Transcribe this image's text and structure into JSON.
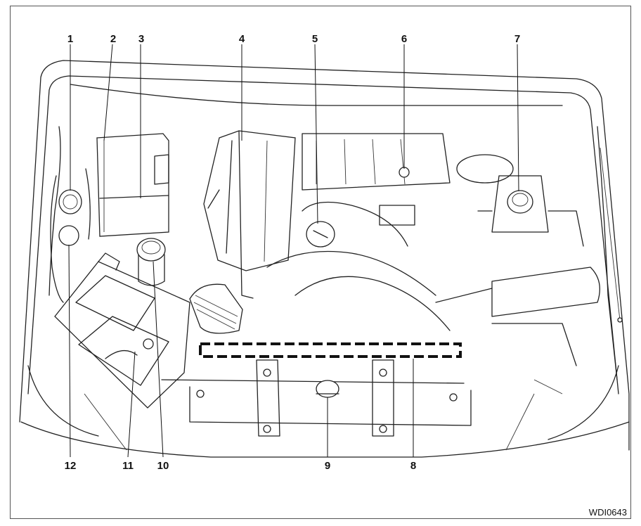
{
  "diagram": {
    "callouts": [
      {
        "id": "1",
        "label": "1"
      },
      {
        "id": "2",
        "label": "2"
      },
      {
        "id": "3",
        "label": "3"
      },
      {
        "id": "4",
        "label": "4"
      },
      {
        "id": "5",
        "label": "5"
      },
      {
        "id": "6",
        "label": "6"
      },
      {
        "id": "7",
        "label": "7"
      },
      {
        "id": "8",
        "label": "8"
      },
      {
        "id": "9",
        "label": "9"
      },
      {
        "id": "10",
        "label": "10"
      },
      {
        "id": "11",
        "label": "11"
      },
      {
        "id": "12",
        "label": "12"
      }
    ],
    "figure_code": "WDI0643"
  }
}
